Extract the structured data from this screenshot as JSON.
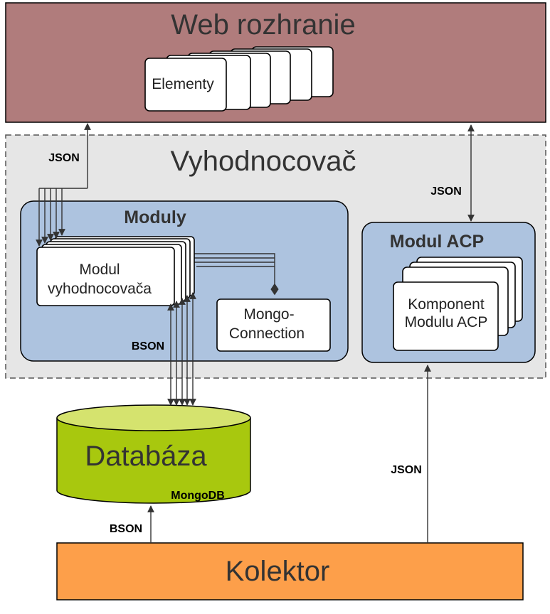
{
  "web_interface": {
    "title": "Web rozhranie",
    "elements_label": "Elementy"
  },
  "evaluator": {
    "title": "Vyhodnocovač",
    "modules": {
      "title": "Moduly",
      "module_line1": "Modul",
      "module_line2": "vyhodnocovača",
      "mongo_line1": "Mongo-",
      "mongo_line2": "Connection"
    },
    "acp": {
      "title": "Modul ACP",
      "component_line1": "Komponent",
      "component_line2": "Modulu ACP"
    }
  },
  "database": {
    "title": "Databáza",
    "engine": "MongoDB"
  },
  "collector": {
    "title": "Kolektor"
  },
  "edges": {
    "web_to_modules": "JSON",
    "web_to_acp": "JSON",
    "modules_to_db": "BSON",
    "collector_to_acp": "JSON",
    "collector_to_db": "BSON"
  },
  "colors": {
    "web_bg": "#b07c7c",
    "evaluator_bg": "#e6e6e6",
    "module_bg": "#adc3df",
    "db_top": "#d5e36e",
    "db_body": "#a8c80e",
    "collector_bg": "#fd9f4a"
  }
}
